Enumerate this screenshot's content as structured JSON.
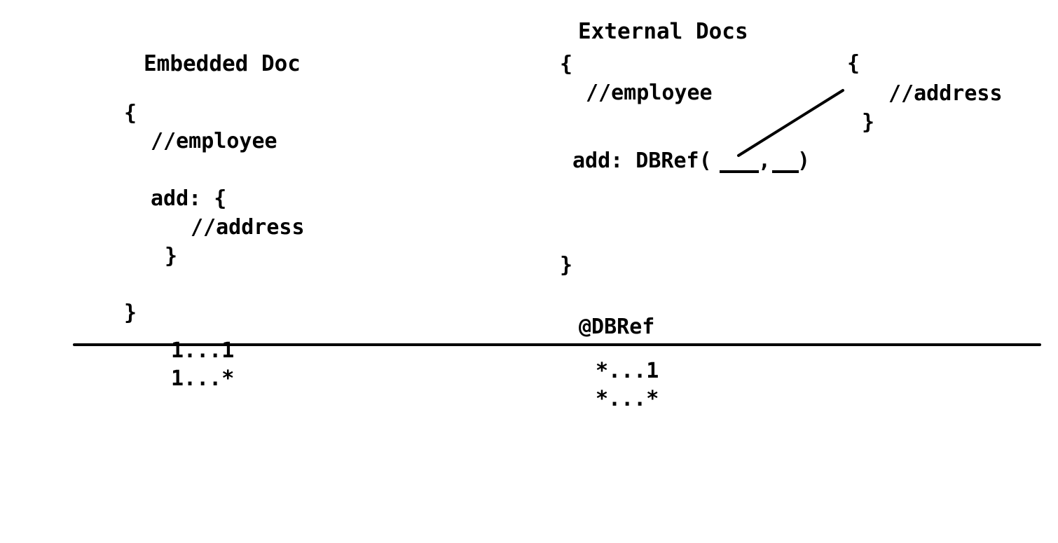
{
  "embedded": {
    "title": "Embedded Doc",
    "open_brace": "{",
    "employee_comment": "//employee",
    "add_label": "add: {",
    "address_comment": "//address",
    "inner_close": "}",
    "close_brace": "}",
    "cardinalities": [
      "1...1",
      "1...*"
    ]
  },
  "external": {
    "title": "External Docs",
    "employee_open": "{",
    "employee_comment": "//employee",
    "add_prefix": "add: DBRef(",
    "add_comma": ",",
    "add_suffix": ")",
    "employee_close": "}",
    "address_open": "{",
    "address_comment": "//address",
    "address_close": "}",
    "annotation": "@DBRef",
    "cardinalities": [
      "*...1",
      "*...*"
    ]
  },
  "colors": {
    "ink": "#000000",
    "background": "#ffffff"
  }
}
